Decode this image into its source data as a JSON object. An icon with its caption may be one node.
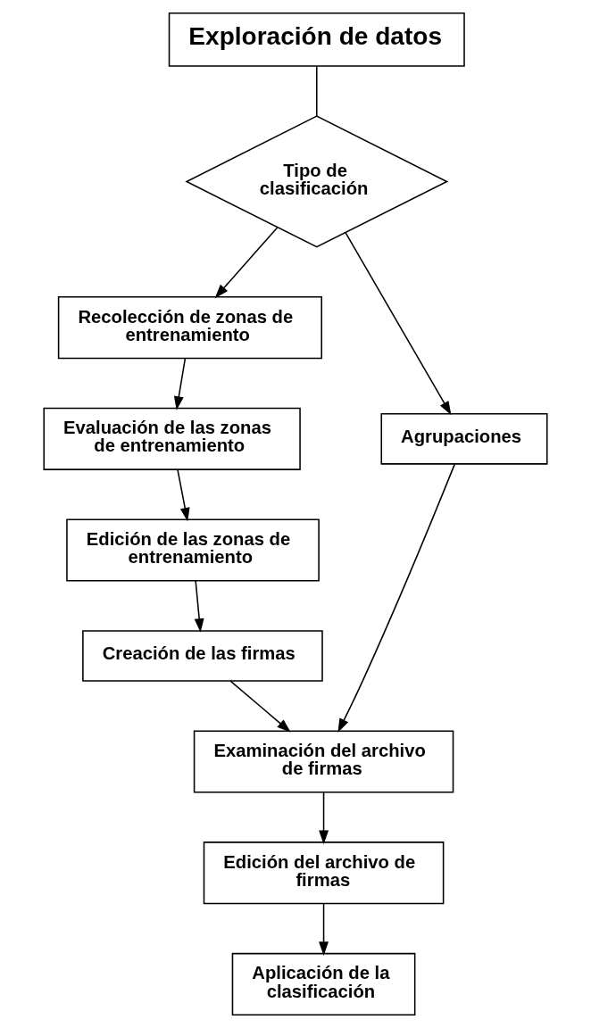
{
  "diagram": {
    "nodes": [
      {
        "text": [
          "Exploración de datos"
        ]
      },
      {
        "text": [
          "Tipo de clasificación"
        ]
      },
      {
        "text": [
          "Recolección de zonas de entrenamiento"
        ]
      },
      {
        "text": [
          "Agrupaciones"
        ]
      },
      {
        "text": [
          "Evaluación de las zonas de entrenamiento"
        ]
      },
      {
        "text": [
          "Edición de las zonas de entrenamiento"
        ]
      },
      {
        "text": [
          "Creación de las firmas"
        ]
      },
      {
        "text": [
          "Examinación del archivo de firmas"
        ]
      },
      {
        "text": [
          "Edición del archivo de firmas"
        ]
      },
      {
        "text": [
          "Aplicación de la clasificación"
        ]
      }
    ],
    "edges": [
      {
        "from": 0,
        "to": 1,
        "arrow": "none"
      },
      {
        "from": 1,
        "to": 2,
        "arrow": "to"
      },
      {
        "from": 1,
        "to": 3,
        "arrow": "to"
      },
      {
        "from": 2,
        "to": 4,
        "arrow": "to"
      },
      {
        "from": 4,
        "to": 5,
        "arrow": "to"
      },
      {
        "from": 5,
        "to": 6,
        "arrow": "to"
      },
      {
        "from": 6,
        "to": 7,
        "arrow": "to"
      },
      {
        "from": 3,
        "to": 7,
        "arrow": "to"
      },
      {
        "from": 7,
        "to": 8,
        "arrow": "to"
      },
      {
        "from": 8,
        "to": 9,
        "arrow": "to"
      }
    ]
  }
}
